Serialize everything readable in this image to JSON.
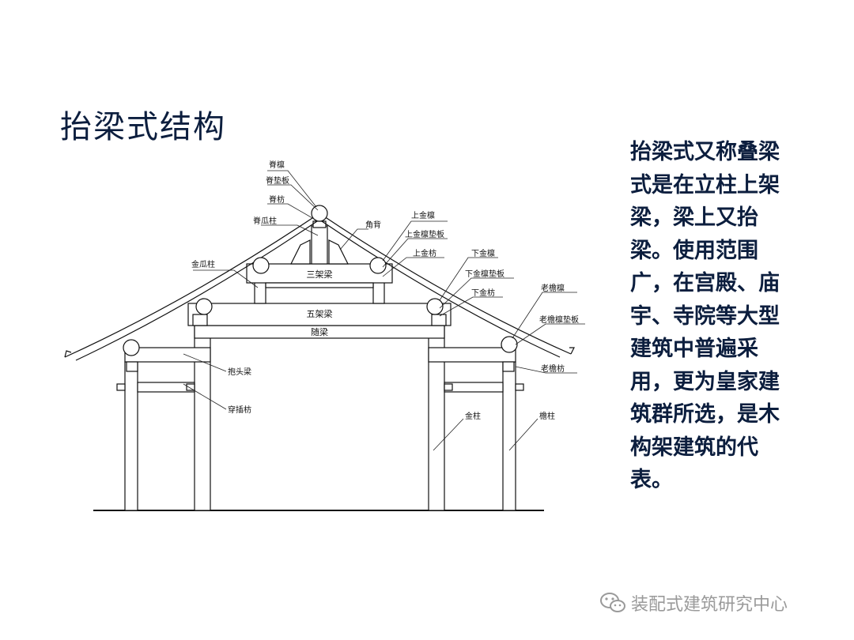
{
  "title": "抬梁式结构",
  "description": "抬梁式又称叠梁式是在立柱上架梁，梁上又抬梁。使用范围广，在宫殿、庙宇、寺院等大型建筑中普遍采用，更为皇家建筑群所选，是木构架建筑的代表。",
  "diagram": {
    "labels": {
      "ji_lin": "脊檩",
      "ji_dian_ban": "脊垫板",
      "ji_fang": "脊枋",
      "ji_gua_zhu": "脊瓜柱",
      "jiao_bei": "角背",
      "shang_jin_lin": "上金檩",
      "shang_jin_lin_dian_ban": "上金檩垫板",
      "shang_jin_fang": "上金枋",
      "jin_gua_zhu": "金瓜柱",
      "xia_jin_lin": "下金檩",
      "xia_jin_lin_dian_ban": "下金檩垫板",
      "xia_jin_fang": "下金枋",
      "lao_yan_lin": "老檐檩",
      "lao_yan_lin_dian_ban": "老檐檩垫板",
      "lao_yan_fang": "老檐枋",
      "chao_tou_liang": "抱头梁",
      "chuan_cha_fang": "穿插枋",
      "jin_zhu": "金柱",
      "yan_zhu": "檐柱"
    },
    "beams": {
      "san_jia_liang": "三架梁",
      "wu_jia_liang": "五架梁",
      "sui_liang": "随梁"
    }
  },
  "watermark": {
    "icon": "wechat-icon",
    "text": "装配式建筑研究中心"
  }
}
